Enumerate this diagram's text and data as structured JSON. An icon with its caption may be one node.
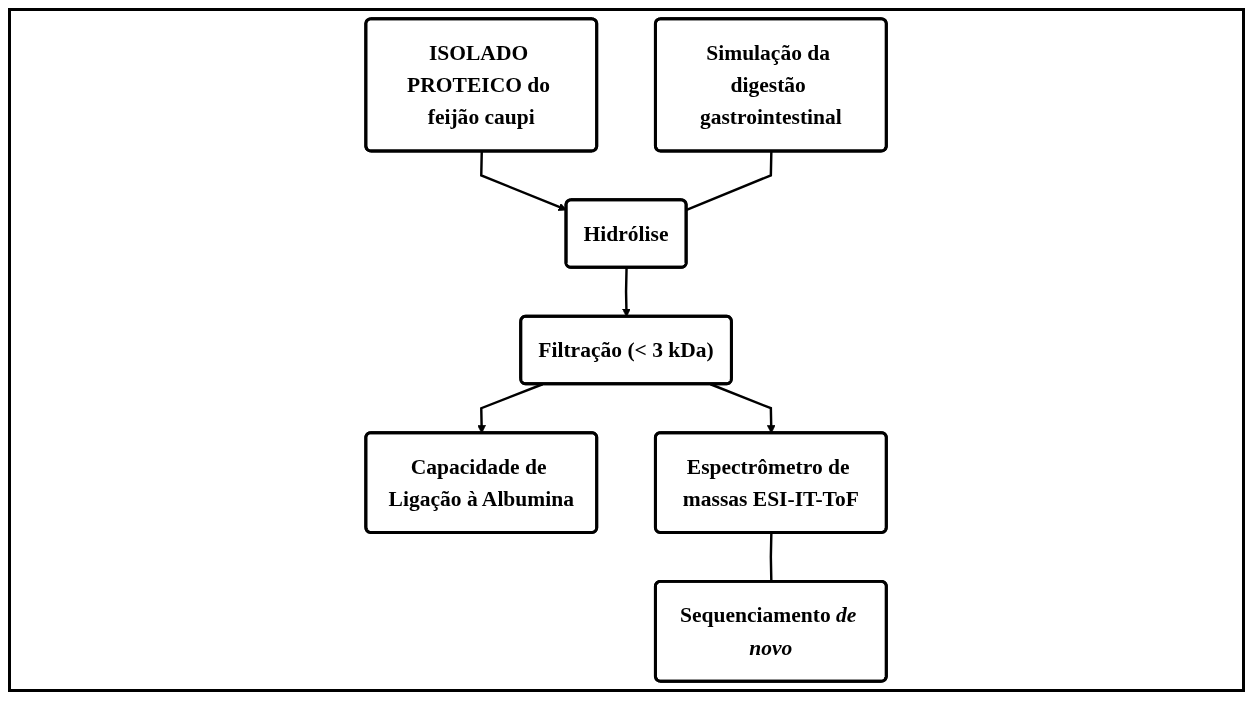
{
  "diagram": {
    "nodes": [
      {
        "text": [
          "ISOLADO PROTEICO do feijão caupi"
        ]
      },
      {
        "text": [
          "Simulação da digestão gastrointestinal"
        ]
      },
      {
        "text": [
          "Hidrólise"
        ]
      },
      {
        "text": [
          "Filtração (< 3 kDa)"
        ]
      },
      {
        "text": [
          "Capacidade de Ligação à Albumina"
        ]
      },
      {
        "text": [
          "Espectrômetro de massas ESI-IT-ToF"
        ]
      },
      {
        "text": [
          "Sequenciamento *de novo*"
        ]
      }
    ],
    "edges": [
      {
        "from": 0,
        "to": 2,
        "arrow": "to"
      },
      {
        "from": 1,
        "to": 2,
        "arrow": "none"
      },
      {
        "from": 2,
        "to": 3,
        "arrow": "to"
      },
      {
        "from": 3,
        "to": 4,
        "arrow": "to"
      },
      {
        "from": 3,
        "to": 5,
        "arrow": "to"
      },
      {
        "from": 5,
        "to": 6,
        "arrow": "none"
      }
    ]
  }
}
